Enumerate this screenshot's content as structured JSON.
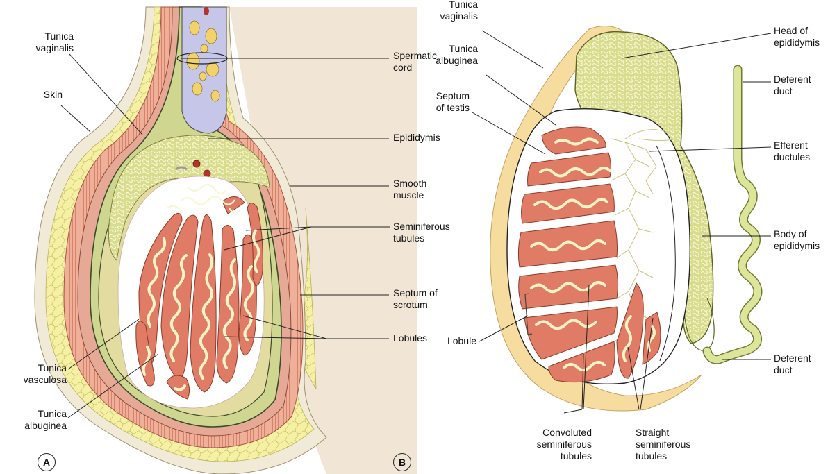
{
  "panel_a": {
    "tag": "A",
    "labels": {
      "tunica_vaginalis": "Tunica\nvaginalis",
      "skin": "Skin",
      "spermatic_cord": "Spermatic\ncord",
      "epididymis": "Epididymis",
      "smooth_muscle": "Smooth\nmuscle",
      "seminiferous_tubules": "Seminiferous\ntubules",
      "septum_of_scrotum": "Septum of\nscrotum",
      "lobules": "Lobules",
      "tunica_vasculosa": "Tunica\nvasculosa",
      "tunica_albuginea": "Tunica\nalbuginea"
    }
  },
  "panel_b": {
    "tag": "B",
    "labels": {
      "tunica_vaginalis": "Tunica\nvaginalis",
      "tunica_albuginea": "Tunica\nalbuginea",
      "septum_of_testis": "Septum\nof testis",
      "head_of_epididymis": "Head of\nepididymis",
      "deferent_duct_top": "Deferent\nduct",
      "efferent_ductules": "Efferent\nductules",
      "body_of_epididymis": "Body of\nepididymis",
      "lobule": "Lobule",
      "deferent_duct_bottom": "Deferent\nduct",
      "convoluted_seminiferous_tubules": "Convoluted\nseminiferous\ntubules",
      "straight_seminiferous_tubules": "Straight\nseminiferous\ntubules"
    }
  },
  "colors": {
    "skin": "#f1ead7",
    "dartos": "#f5efa6",
    "muscle": "#e8a08a",
    "vaginalis": "#f7dca0",
    "epididymis": "#d8dd8e",
    "lobule": "#e07b65",
    "tubule": "#f6f3c6",
    "cord": "#c6c6e8",
    "background_tissue": "#f1e6d6"
  }
}
